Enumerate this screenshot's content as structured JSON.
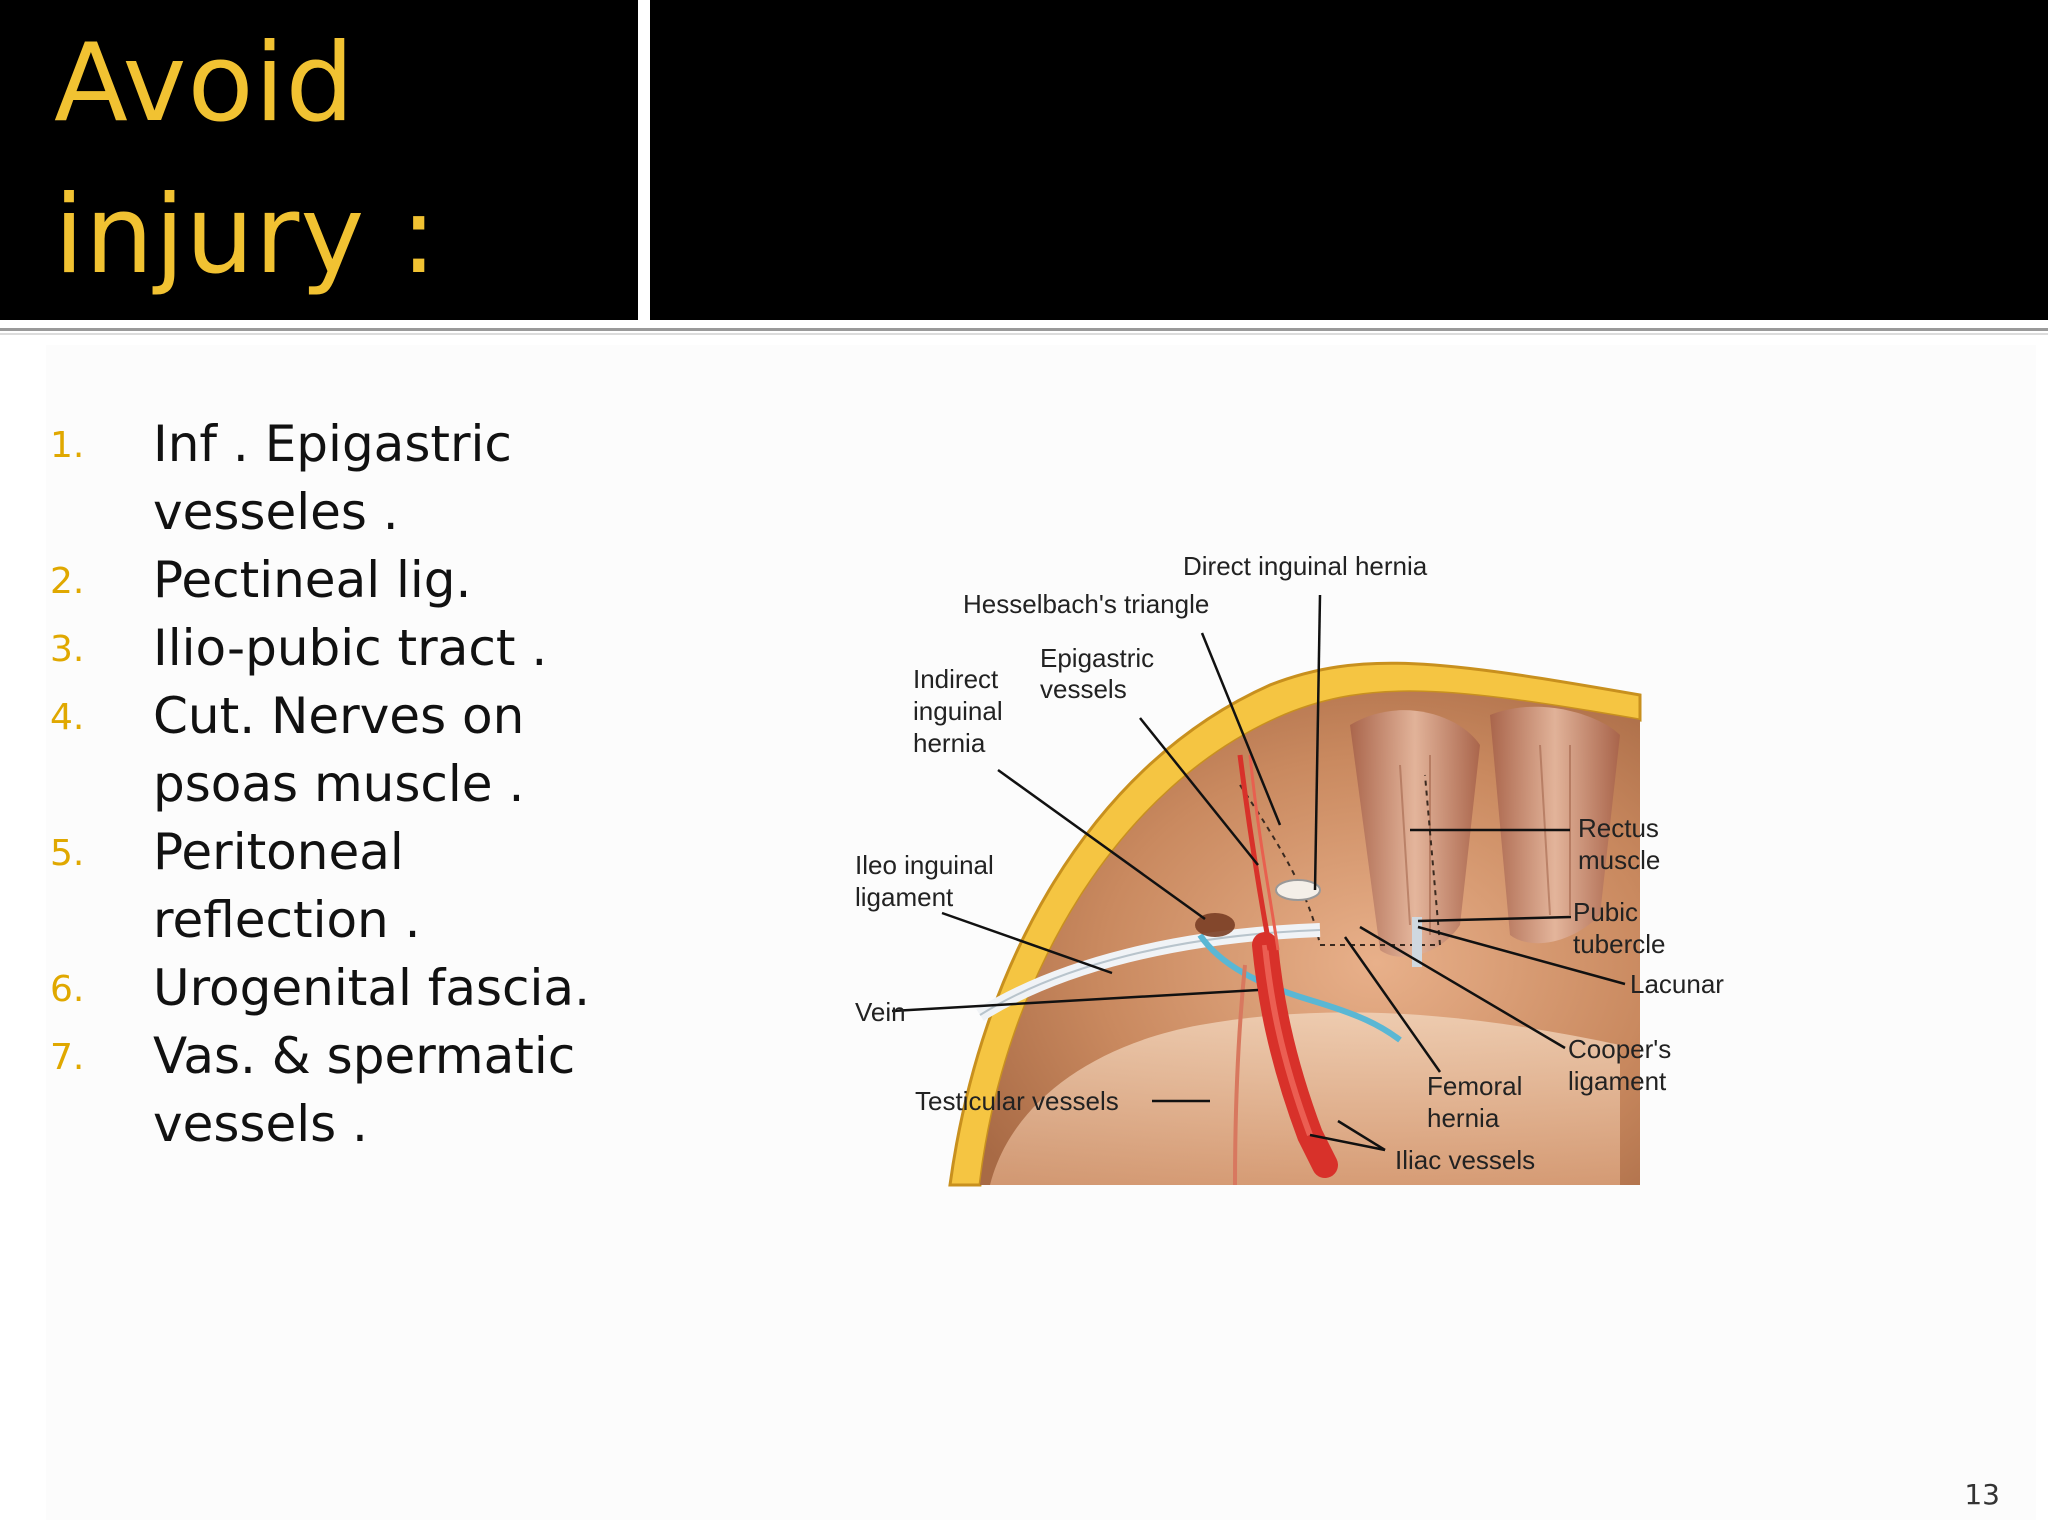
{
  "slide": {
    "title_line1": "Avoid",
    "title_line2": "injury :",
    "page_number": "13"
  },
  "list": {
    "items": [
      {
        "num": "1.",
        "text_line1": "Inf . Epigastric",
        "text_line2": "vesseles ."
      },
      {
        "num": "2.",
        "text_line1": "Pectineal lig."
      },
      {
        "num": "3.",
        "text_line1": "Ilio-pubic tract ."
      },
      {
        "num": "4.",
        "text_line1": "Cut. Nerves on",
        "text_line2": "psoas muscle ."
      },
      {
        "num": "5.",
        "text_line1": "Peritoneal",
        "text_line2": "reflection ."
      },
      {
        "num": "6.",
        "text_line1": "Urogenital fascia."
      },
      {
        "num": "7.",
        "text_line1": "Vas. & spermatic",
        "text_line2": "vessels ."
      }
    ]
  },
  "figure": {
    "labels": {
      "direct_inguinal_hernia": "Direct inguinal hernia",
      "hesselbach_triangle": "Hesselbach's triangle",
      "epigastric_vessels_1": "Epigastric",
      "epigastric_vessels_2": "vessels",
      "indirect_1": "Indirect",
      "indirect_2": "inguinal",
      "indirect_3": "hernia",
      "rectus_1": "Rectus",
      "rectus_2": "muscle",
      "ileo_1": "Ileo inguinal",
      "ileo_2": "ligament",
      "pubic_1": "Pubic",
      "pubic_2": "tubercle",
      "lacunar": "Lacunar",
      "vein": "Vein",
      "coopers_1": "Cooper's",
      "coopers_2": "ligament",
      "femoral_1": "Femoral",
      "femoral_2": "hernia",
      "testicular": "Testicular vessels",
      "iliac": "Iliac vessels"
    }
  },
  "colors": {
    "title_bg": "#000000",
    "title_text": "#f1c232",
    "list_number": "#e0a800",
    "fat_layer": "#f5c542",
    "artery": "#d8312a",
    "vein": "#5ab7d4"
  }
}
